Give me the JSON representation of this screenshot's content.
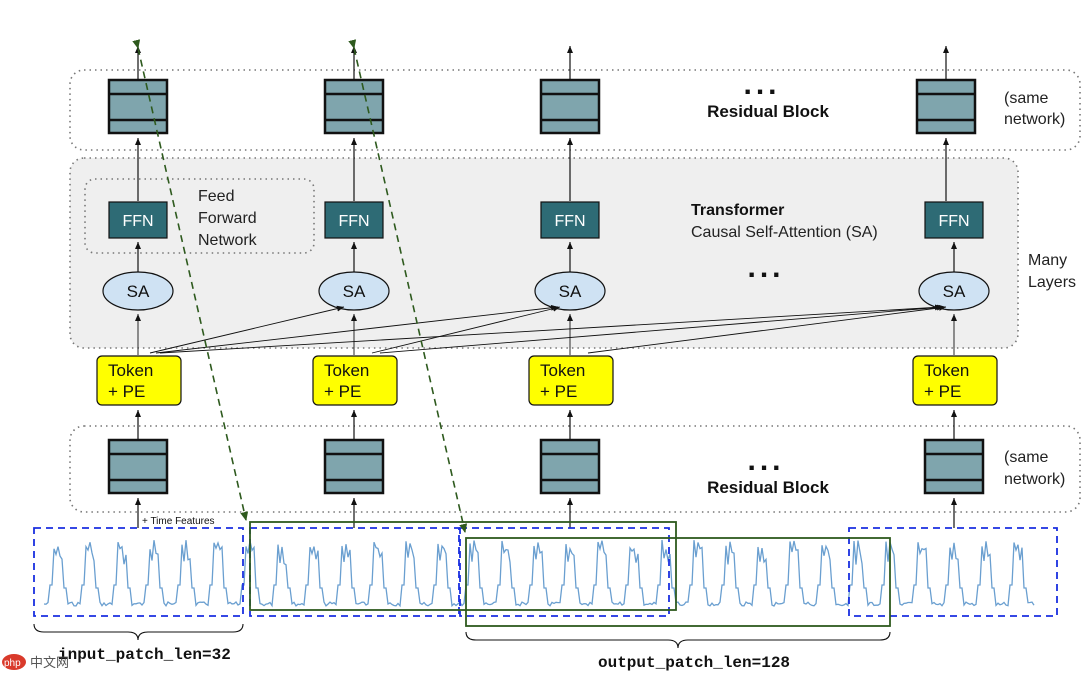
{
  "residual_top": {
    "title": "Residual Block",
    "side_note_line1": "(same",
    "side_note_line2": "network)"
  },
  "residual_bottom": {
    "title": "Residual Block",
    "side_note_line1": "(same",
    "side_note_line2": "network)"
  },
  "transformer": {
    "title": "Transformer",
    "subtitle": "Causal Self-Attention (SA)",
    "ffn_label": "FFN",
    "sa_label": "SA",
    "side_label_line1": "Many",
    "side_label_line2": "Layers"
  },
  "feed_forward": {
    "line1": "Feed",
    "line2": "Forward",
    "line3": "Network"
  },
  "token": {
    "line1": "Token",
    "line2": "+ PE"
  },
  "ellipsis": "...",
  "time_features": "+ Time Features",
  "input_patch_label": "input_patch_len=32",
  "output_patch_label": "output_patch_len=128",
  "watermark": "php 中文网",
  "colors": {
    "residual_block_fill": "#7fa5ad",
    "ffn_fill": "#2e6b75",
    "sa_fill": "#cfe2f3",
    "token_fill": "#ffff00",
    "transformer_bg": "#efefef",
    "input_patch_border": "#1a2fe0",
    "output_patch_border": "#2e5a1e",
    "series_line": "#6a9fd0"
  }
}
